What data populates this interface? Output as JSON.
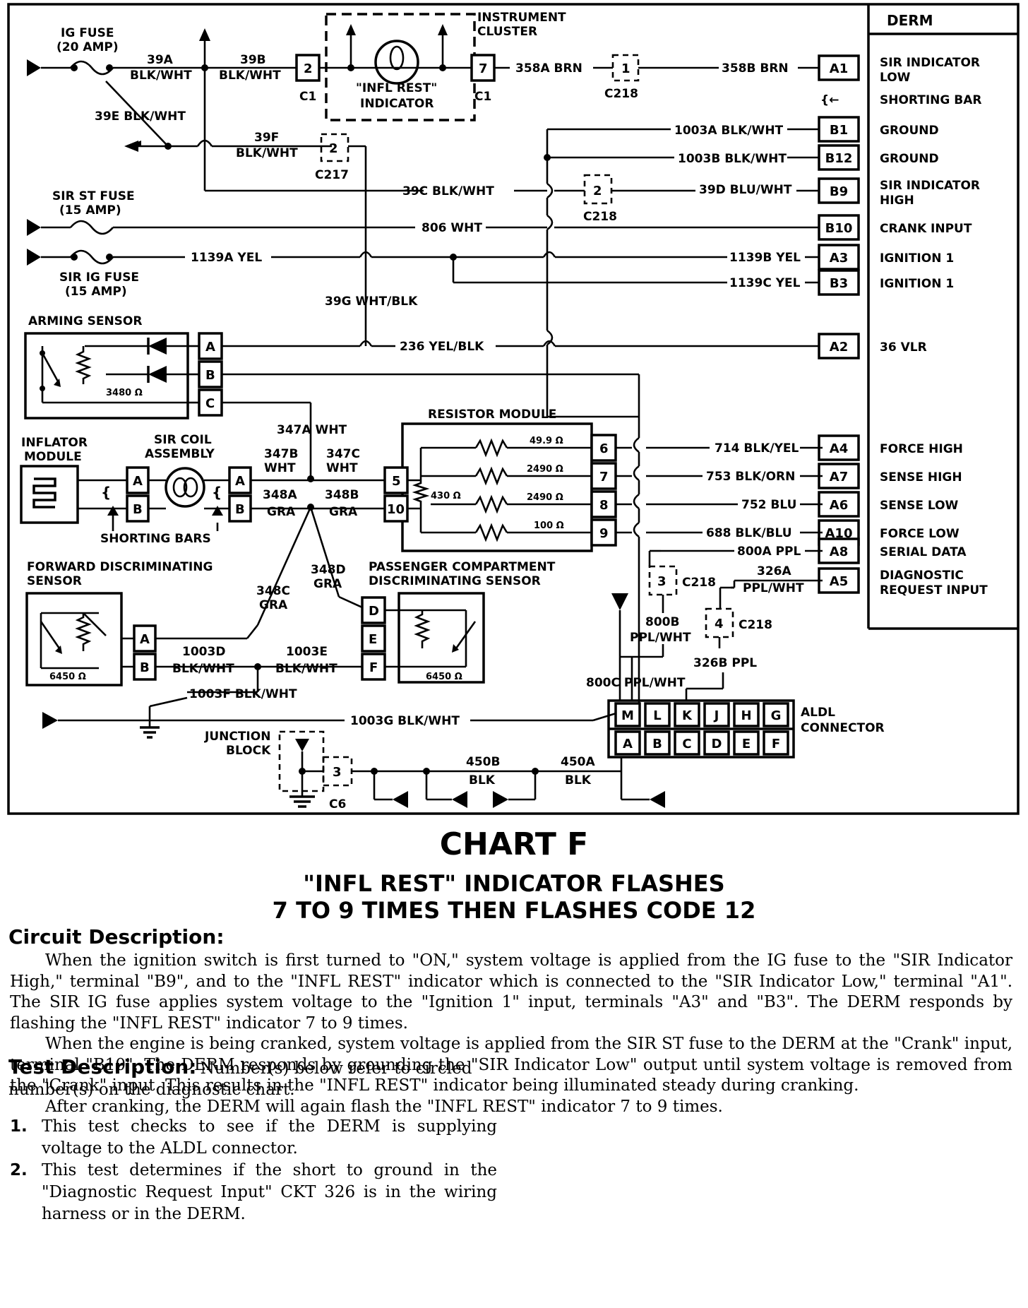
{
  "diagram": {
    "derm_title": "DERM",
    "instrument_cluster": "INSTRUMENT CLUSTER",
    "infl_rest_indicator": "\"INFL REST\" INDICATOR",
    "ig_fuse": [
      "IG FUSE",
      "(20 AMP)"
    ],
    "sir_st_fuse": [
      "SIR ST FUSE",
      "(15 AMP)"
    ],
    "sir_ig_fuse": [
      "SIR IG FUSE",
      "(15 AMP)"
    ],
    "arming_sensor": "ARMING SENSOR",
    "arming_resistor": "3480 Ω",
    "inflator_module": [
      "INFLATOR",
      "MODULE"
    ],
    "sir_coil_assembly": [
      "SIR COIL",
      "ASSEMBLY"
    ],
    "shorting_bars": "SHORTING BARS",
    "resistor_module": "RESISTOR MODULE",
    "forward_sensor": [
      "FORWARD DISCRIMINATING",
      "SENSOR"
    ],
    "passenger_sensor": [
      "PASSENGER COMPARTMENT",
      "DISCRIMINATING SENSOR"
    ],
    "sensor_resistor": "6450 Ω",
    "junction_block": [
      "JUNCTION",
      "BLOCK"
    ],
    "aldl_connector": [
      "ALDL",
      "CONNECTOR"
    ],
    "aldl_pins_top": [
      "M",
      "L",
      "K",
      "J",
      "H",
      "G"
    ],
    "aldl_pins_bottom": [
      "A",
      "B",
      "C",
      "D",
      "E",
      "F"
    ],
    "resistors": [
      "49.9 Ω",
      "2490 Ω",
      "2490 Ω",
      "100 Ω",
      "430 Ω"
    ],
    "connectors": {
      "c1": "C1",
      "c217": "C217",
      "c218": "C218",
      "c6": "C6",
      "pin1": "1",
      "pin2": "2",
      "pin3": "3",
      "pin4": "4",
      "pin7": "7"
    },
    "wires": {
      "w39a": [
        "39A",
        "BLK/WHT"
      ],
      "w39b": [
        "39B",
        "BLK/WHT"
      ],
      "w39e": "39E BLK/WHT",
      "w39f": [
        "39F",
        "BLK/WHT"
      ],
      "w39c": "39C BLK/WHT",
      "w39d": "39D BLU/WHT",
      "w39g": "39G WHT/BLK",
      "w358a": "358A BRN",
      "w358b": "358B BRN",
      "w1003a": "1003A BLK/WHT",
      "w1003b": "1003B BLK/WHT",
      "w806": "806 WHT",
      "w1139a": "1139A YEL",
      "w1139b": "1139B YEL",
      "w1139c": "1139C YEL",
      "w236": "236 YEL/BLK",
      "w347a": "347A WHT",
      "w347b": [
        "347B",
        "WHT"
      ],
      "w347c": [
        "347C",
        "WHT"
      ],
      "w348a": [
        "348A",
        "GRA"
      ],
      "w348b": [
        "348B",
        "GRA"
      ],
      "w348c": [
        "348C",
        "GRA"
      ],
      "w348d": [
        "348D",
        "GRA"
      ],
      "w714": "714 BLK/YEL",
      "w753": "753 BLK/ORN",
      "w752": "752 BLU",
      "w688": "688 BLK/BLU",
      "w800a": "800A PPL",
      "w800b": [
        "800B",
        "PPL/WHT"
      ],
      "w800c": "800C PPL/WHT",
      "w326a": [
        "326A",
        "PPL/WHT"
      ],
      "w326b": "326B PPL",
      "w1003d": [
        "1003D",
        "BLK/WHT"
      ],
      "w1003e": [
        "1003E",
        "BLK/WHT"
      ],
      "w1003f": "1003F BLK/WHT",
      "w1003g": "1003G BLK/WHT",
      "w450a": [
        "450A",
        "BLK"
      ],
      "w450b": [
        "450B",
        "BLK"
      ]
    },
    "derm_terminals": [
      {
        "pin": "A1",
        "label": [
          "SIR INDICATOR",
          "LOW"
        ]
      },
      {
        "pin": "",
        "label": [
          "SHORTING BAR"
        ]
      },
      {
        "pin": "B1",
        "label": [
          "GROUND"
        ]
      },
      {
        "pin": "B12",
        "label": [
          "GROUND"
        ]
      },
      {
        "pin": "B9",
        "label": [
          "SIR INDICATOR",
          "HIGH"
        ]
      },
      {
        "pin": "B10",
        "label": [
          "CRANK INPUT"
        ]
      },
      {
        "pin": "A3",
        "label": [
          "IGNITION 1"
        ]
      },
      {
        "pin": "B3",
        "label": [
          "IGNITION 1"
        ]
      },
      {
        "pin": "A2",
        "label": [
          "36 VLR"
        ]
      },
      {
        "pin": "A4",
        "label": [
          "FORCE HIGH"
        ]
      },
      {
        "pin": "A7",
        "label": [
          "SENSE HIGH"
        ]
      },
      {
        "pin": "A6",
        "label": [
          "SENSE LOW"
        ]
      },
      {
        "pin": "A10",
        "label": [
          "FORCE LOW"
        ]
      },
      {
        "pin": "A8",
        "label": [
          "SERIAL DATA"
        ]
      },
      {
        "pin": "A5",
        "label": [
          "DIAGNOSTIC",
          "REQUEST INPUT"
        ]
      }
    ],
    "module_pins": {
      "arming": [
        "A",
        "B",
        "C"
      ],
      "inflator": [
        "A",
        "B"
      ],
      "coil": [
        "A",
        "B"
      ],
      "resistor": [
        "5",
        "10",
        "6",
        "7",
        "8",
        "9"
      ],
      "forward": [
        "A",
        "B"
      ],
      "passenger": [
        "D",
        "E",
        "F"
      ]
    }
  },
  "chart_title": "CHART F",
  "subtitle_line1": "\"INFL REST\" INDICATOR FLASHES",
  "subtitle_line2": "7 TO 9 TIMES THEN FLASHES CODE 12",
  "circuit_heading": "Circuit Description:",
  "circuit_paragraphs": [
    "When the ignition switch is first turned to \"ON,\" system voltage is applied from the IG fuse to the \"SIR Indicator High,\" terminal \"B9\", and to the \"INFL REST\" indicator which is connected to the \"SIR Indicator Low,\" terminal \"A1\". The SIR IG fuse applies system voltage to the \"Ignition 1\" input, terminals \"A3\" and \"B3\". The DERM responds by flashing the \"INFL REST\" indicator 7 to 9 times.",
    "When the engine is being cranked, system voltage is applied from the SIR ST fuse to the DERM at the \"Crank\" input, terminal \"B10\". The DERM responds by grounding the \"SIR Indicator Low\" output until system voltage is removed from the \"Crank\" input. This results in the \"INFL REST\" indicator being illuminated steady during cranking.",
    "After cranking, the DERM will again flash the \"INFL REST\" indicator 7 to 9 times."
  ],
  "test_heading": "Test Description:",
  "test_intro": "Number(s) below refer to circled number(s) on the diagnostic chart.",
  "tests": [
    {
      "num": "1.",
      "text": "This test checks to see if the DERM is supplying voltage to the ALDL connector."
    },
    {
      "num": "2.",
      "text": "This test determines if the short to ground in the \"Diagnostic Request Input\" CKT 326 is in the wiring harness or in the DERM."
    }
  ]
}
